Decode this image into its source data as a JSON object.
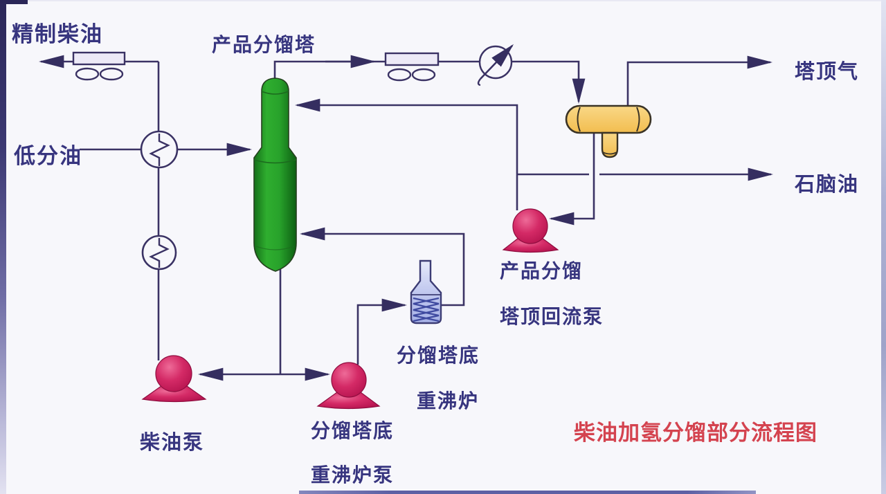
{
  "diagram": {
    "title": "柴油加氢分馏部分流程图",
    "labels": {
      "refined_diesel": "精制柴油",
      "low_sep_oil": "低分油",
      "product_fractionator": "产品分馏塔",
      "overhead_gas": "塔顶气",
      "naphtha": "石脑油",
      "reflux_pump_line1": "产品分馏",
      "reflux_pump_line2": "塔顶回流泵",
      "reboiler_line1": "分馏塔底",
      "reboiler_line2": "重沸炉",
      "reboiler_pump_line1": "分馏塔底",
      "reboiler_pump_line2": "重沸炉泵",
      "diesel_pump": "柴油泵"
    },
    "equipment": [
      {
        "id": "air-cooler-top-left",
        "type": "air-cooler"
      },
      {
        "id": "air-cooler-overhead",
        "type": "air-cooler"
      },
      {
        "id": "heat-exchanger-upper",
        "type": "heat-exchanger"
      },
      {
        "id": "heat-exchanger-lower",
        "type": "heat-exchanger"
      },
      {
        "id": "fan-symbol",
        "type": "circle-with-arrow"
      },
      {
        "id": "fractionator-column",
        "type": "column",
        "color": "#2fae2f"
      },
      {
        "id": "reflux-drum",
        "type": "horizontal-drum-with-boot",
        "color": "#f6c765"
      },
      {
        "id": "reboiler",
        "type": "reboiler-coil-vessel",
        "color": "#b8c2ec"
      },
      {
        "id": "diesel-pump",
        "type": "pump",
        "color": "#c4155c"
      },
      {
        "id": "bottoms-reboiler-pump",
        "type": "pump",
        "color": "#c4155c"
      },
      {
        "id": "overhead-reflux-pump",
        "type": "pump",
        "color": "#c4155c"
      }
    ],
    "colors": {
      "line": "#3a3264",
      "label_text": "#37357f",
      "title_red": "#d4434f",
      "background": "#f7f7fb",
      "column_green": "#2fae2f",
      "drum_yellow": "#f6c765",
      "pump_crimson": "#c4155c",
      "reboiler_blue": "#b8c2ec"
    }
  }
}
